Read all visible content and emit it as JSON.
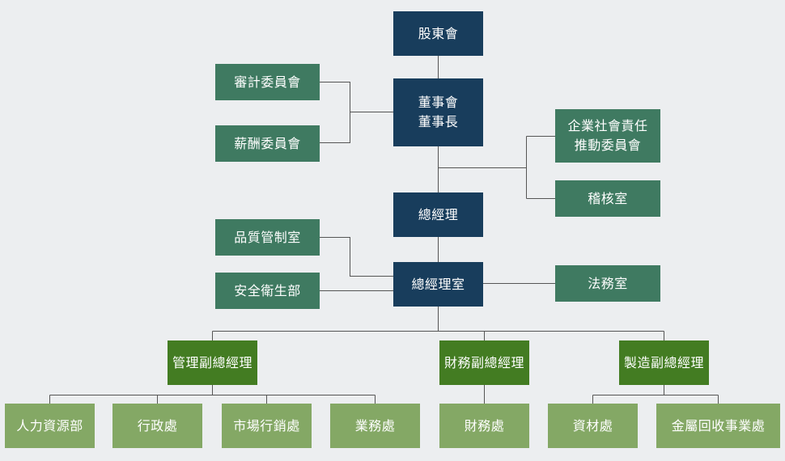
{
  "nodes": {
    "shareholders": [
      "股東會"
    ],
    "board": [
      "董事會",
      "董事長"
    ],
    "audit_committee": [
      "審計委員會"
    ],
    "compensation_committee": [
      "薪酬委員會"
    ],
    "csr_committee": [
      "企業社會責任",
      "推動委員會"
    ],
    "internal_audit": [
      "稽核室"
    ],
    "president": [
      "總經理"
    ],
    "quality_office": [
      "品質管制室"
    ],
    "safety_dept": [
      "安全衛生部"
    ],
    "president_office": [
      "總經理室"
    ],
    "legal_office": [
      "法務室"
    ],
    "vp_management": [
      "管理副總經理"
    ],
    "vp_finance": [
      "財務副總經理"
    ],
    "vp_manufacturing": [
      "製造副總經理"
    ],
    "hr": [
      "人力資源部"
    ],
    "admin": [
      "行政處"
    ],
    "marketing": [
      "市場行銷處"
    ],
    "business": [
      "業務處"
    ],
    "finance": [
      "財務處"
    ],
    "materials": [
      "資材處"
    ],
    "metal_recycling": [
      "金屬回收事業處"
    ]
  },
  "colors": {
    "background": "#eceef0",
    "navy": "#183d5c",
    "teal": "#3f7a61",
    "dark_green": "#437c22",
    "light_green": "#84a865",
    "line": "#555555"
  }
}
